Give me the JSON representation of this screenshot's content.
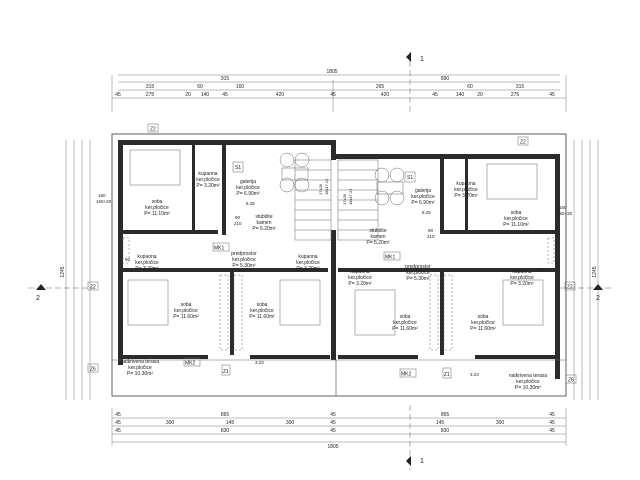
{
  "sections": {
    "section1_label": "1",
    "section2_label": "2"
  },
  "dimensions": {
    "top_total": "1805",
    "top_row2": [
      "915",
      "890"
    ],
    "top_row3": [
      "315",
      "60",
      "160",
      "265",
      "60",
      "315"
    ],
    "top_row4": [
      "45",
      "275",
      "20",
      "140",
      "45",
      "420",
      "45",
      "420",
      "45",
      "140",
      "20",
      "275",
      "45"
    ],
    "bottom_row1": [
      "45",
      "865",
      "45",
      "865",
      "45"
    ],
    "bottom_row2": [
      "45",
      "300",
      "145",
      "300",
      "45",
      "145",
      "300",
      "45"
    ],
    "bottom_row3": [
      "45",
      "830",
      "45",
      "830",
      "45"
    ],
    "bottom_total": "1805",
    "left_total": "1245",
    "right_total": "1245"
  },
  "rooms": [
    {
      "id": "soba-tl",
      "name": "soba",
      "material": "ker.pločice",
      "area": "P= 11.10m²"
    },
    {
      "id": "kupaona-tl",
      "name": "kupaona",
      "material": "ker.pločice",
      "area": "P= 3.20m²"
    },
    {
      "id": "galerija-l",
      "name": "galerija",
      "material": "ker.pločice",
      "area": "P= 6.90m²"
    },
    {
      "id": "stubiste-l",
      "name": "stubište",
      "material": "kamen",
      "area": "P= 5.20m²"
    },
    {
      "id": "kupaona-ml",
      "name": "kupaona",
      "material": "ker.pločice",
      "area": "P= 3.20m²"
    },
    {
      "id": "predprostor-l",
      "name": "predprostor",
      "material": "ker.pločice",
      "area": "P= 5.30m²"
    },
    {
      "id": "kupaona-mc",
      "name": "kupaona",
      "material": "ker.pločice",
      "area": "P= 3.20m²"
    },
    {
      "id": "soba-bl1",
      "name": "soba",
      "material": "ker.pločice",
      "area": "P= 11.60m²"
    },
    {
      "id": "soba-bl2",
      "name": "soba",
      "material": "ker.pločice",
      "area": "P= 11.60m²"
    },
    {
      "id": "terasa-l",
      "name": "natkrivena terasa",
      "material": "ker.pločice",
      "area": "P= 10.30m²"
    },
    {
      "id": "stubiste-r",
      "name": "stubište",
      "material": "kamen",
      "area": "P= 5.20m²"
    },
    {
      "id": "galerija-r",
      "name": "galerija",
      "material": "ker.pločice",
      "area": "P= 6.90m²"
    },
    {
      "id": "kupaona-tr",
      "name": "kupaona",
      "material": "ker.pločice",
      "area": "P= 3.20m²"
    },
    {
      "id": "soba-tr",
      "name": "soba",
      "material": "ker.pločice",
      "area": "P= 11.10m²"
    },
    {
      "id": "kupaona-mr1",
      "name": "kupaona",
      "material": "ker.pločice",
      "area": "P= 3.20m²"
    },
    {
      "id": "predprostor-r",
      "name": "predprostor",
      "material": "ker.pločice",
      "area": "P= 5.30m²"
    },
    {
      "id": "kupaona-mr2",
      "name": "kupaona",
      "material": "ker.pločice",
      "area": "P= 3.20m²"
    },
    {
      "id": "soba-br1",
      "name": "soba",
      "material": "ker.pločice",
      "area": "P= 11.60m²"
    },
    {
      "id": "soba-br2",
      "name": "soba",
      "material": "ker.pločice",
      "area": "P= 11.60m²"
    },
    {
      "id": "terasa-r",
      "name": "natkrivena terasa",
      "material": "ker.pločice",
      "area": "P= 10.30m²"
    }
  ],
  "tags": {
    "z2": "Z2",
    "z1": "Z1",
    "z6": "Z6",
    "mk1": "MK1",
    "mk2": "MK2",
    "s1": "S1",
    "stair_l": "17x28",
    "stair_l2": "18x17.22",
    "levels": [
      "8.25",
      "3.23"
    ],
    "window_small": [
      "60",
      "90",
      "210",
      "160"
    ],
    "window_big": "160+20"
  }
}
